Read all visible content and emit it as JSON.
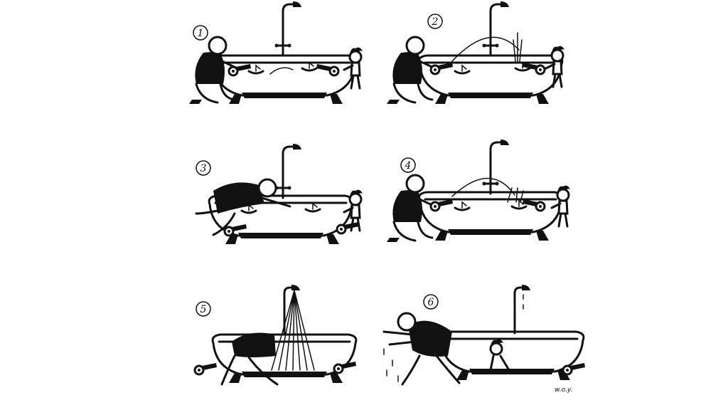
{
  "comic": {
    "colors": {
      "ink": "#111111",
      "paper": "#ffffff"
    },
    "panels": [
      {
        "number": "1"
      },
      {
        "number": "2"
      },
      {
        "number": "3"
      },
      {
        "number": "4"
      },
      {
        "number": "5"
      },
      {
        "number": "6"
      }
    ],
    "signature": "w.o.y."
  }
}
